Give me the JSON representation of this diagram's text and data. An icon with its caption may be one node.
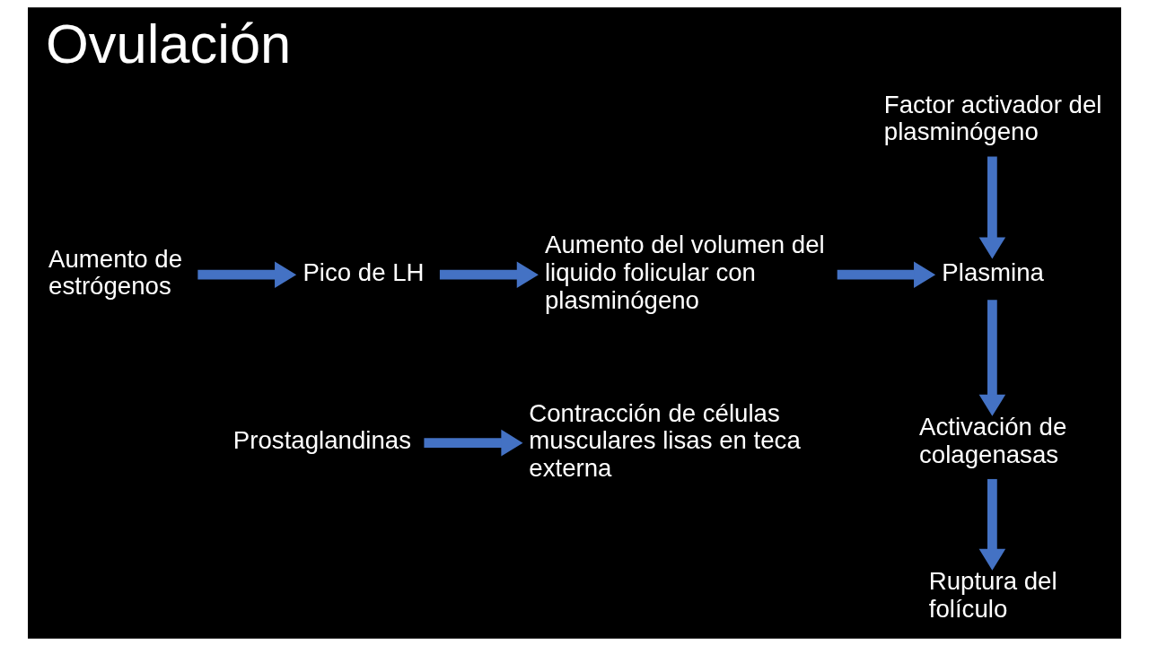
{
  "diagram": {
    "title": "Ovulación",
    "nodes": [
      {
        "text": [
          "Aumento de estrógenos"
        ]
      },
      {
        "text": [
          "Pico de LH"
        ]
      },
      {
        "text": [
          "Aumento del volumen del liquido folicular con plasminógeno"
        ]
      },
      {
        "text": [
          "Factor activador del plasminógeno"
        ]
      },
      {
        "text": [
          "Plasmina"
        ]
      },
      {
        "text": [
          "Activación de colagenasas"
        ]
      },
      {
        "text": [
          "Ruptura del folículo"
        ]
      },
      {
        "text": [
          "Prostaglandinas"
        ]
      },
      {
        "text": [
          "Contracción de células musculares lisas en teca externa"
        ]
      }
    ],
    "edges": [
      {
        "from": 0,
        "to": 1,
        "arrow": "to"
      },
      {
        "from": 1,
        "to": 2,
        "arrow": "to"
      },
      {
        "from": 2,
        "to": 4,
        "arrow": "to"
      },
      {
        "from": 3,
        "to": 4,
        "arrow": "to"
      },
      {
        "from": 4,
        "to": 5,
        "arrow": "to"
      },
      {
        "from": 5,
        "to": 6,
        "arrow": "to"
      },
      {
        "from": 7,
        "to": 8,
        "arrow": "to"
      }
    ]
  }
}
